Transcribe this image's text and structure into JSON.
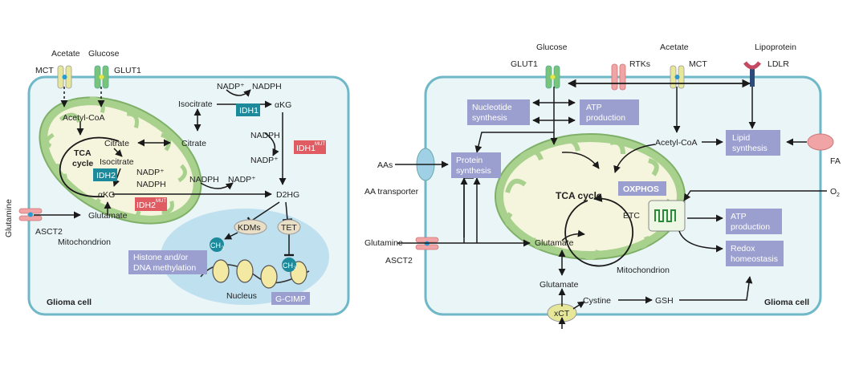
{
  "colors": {
    "cell_fill": "#eaf5f8",
    "cell_stroke": "#6fb8c8",
    "mito_fill": "#a9d18e",
    "mito_inner": "#f5f4dc",
    "nucleus_fill": "#bfe0ef",
    "teal_box": "#1c8a9a",
    "red_box": "#e05b62",
    "lilac_box": "#9b9fcf",
    "transporter_yellow": "#e7e79a",
    "transporter_green": "#7ac47a",
    "transporter_pink": "#f1a4a6"
  },
  "left_panel": {
    "cell_label": "Glioma cell",
    "mitochondrion_label": "Mitochondrion",
    "nucleus_label": "Nucleus",
    "inputs": {
      "acetate": "Acetate",
      "glucose": "Glucose",
      "glutamine": "Glutamine"
    },
    "transporters": {
      "mct": "MCT",
      "glut1": "GLUT1",
      "asct2": "ASCT2"
    },
    "metabolites": {
      "acetyl_coa": "Acetyl-CoA",
      "tca_cycle_line1": "TCA",
      "tca_cycle_line2": "cycle",
      "citrate_mito": "Citrate",
      "isocitrate_mito": "Isocitrate",
      "akg_mito": "αKG",
      "glutamate": "Glutamate",
      "nadp_mito": "NADP⁺",
      "nadph_mito": "NADPH",
      "citrate_cyto": "Citrate",
      "isocitrate_cyto": "Isocitrate",
      "nadp_top": "NADP⁺",
      "nadph_top": "NADPH",
      "akg_cyto": "αKG",
      "nadph_right": "NADPH",
      "nadp_right": "NADP⁺",
      "nadph_mid": "NADPH",
      "nadp_mid": "NADP⁺",
      "d2hg": "D2HG"
    },
    "enzymes": {
      "idh1": "IDH1",
      "idh2": "IDH2",
      "idh1_mut": "IDH1",
      "idh2_mut": "IDH2",
      "mut_sup": "MUT",
      "kdms": "KDMs",
      "tet": "TET",
      "ch3": "CH",
      "ch3_sub": "3"
    },
    "boxes": {
      "histone_line1": "Histone and/or",
      "histone_line2": "DNA methylation",
      "gcimp": "G-CIMP"
    }
  },
  "right_panel": {
    "cell_label": "Glioma cell",
    "mitochondrion_label": "Mitochondrion",
    "tca_cycle": "TCA cycle",
    "inputs": {
      "glucose": "Glucose",
      "acetate": "Acetate",
      "lipoprotein": "Lipoprotein",
      "aas": "AAs",
      "glutamine": "Glutamine",
      "fa": "FA",
      "o2": "O",
      "o2_sub": "2"
    },
    "transporters": {
      "glut1": "GLUT1",
      "rtks": "RTKs",
      "mct": "MCT",
      "ldlr": "LDLR",
      "aa_transporter": "AA transporter",
      "asct2": "ASCT2",
      "xct": "xCT"
    },
    "metabolites": {
      "acetyl_coa": "Acetyl-CoA",
      "glutamate_mito": "Glutamate",
      "glutamate_cyto": "Glutamate",
      "cystine": "Cystine",
      "gsh": "GSH",
      "etc": "ETC"
    },
    "boxes": {
      "nucleotide_line1": "Nucleotide",
      "nucleotide_line2": "synthesis",
      "atp_top_line1": "ATP",
      "atp_top_line2": "production",
      "protein_line1": "Protein",
      "protein_line2": "synthesis",
      "lipid_line1": "Lipid",
      "lipid_line2": "synthesis",
      "oxphos": "OXPHOS",
      "atp_mid_line1": "ATP",
      "atp_mid_line2": "production",
      "redox_line1": "Redox",
      "redox_line2": "homeostasis"
    }
  }
}
